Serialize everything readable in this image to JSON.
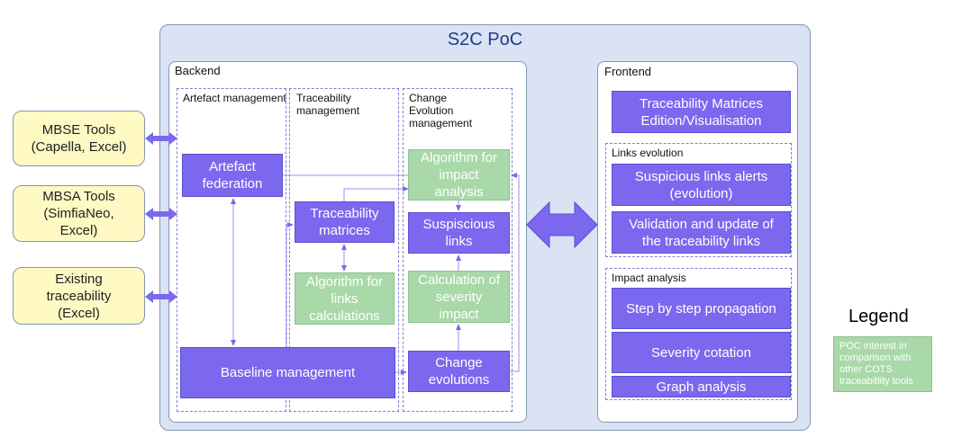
{
  "title": "S2C PoC",
  "tools": [
    {
      "id": "mbse",
      "label": "MBSE Tools\n(Capella, Excel)"
    },
    {
      "id": "mbsa",
      "label": "MBSA Tools\n(SimfiaNeo,\nExcel)"
    },
    {
      "id": "existing",
      "label": "Existing\ntraceability\n(Excel)"
    }
  ],
  "backend": {
    "label": "Backend",
    "artefact_management": {
      "label": "Artefact management",
      "federation": "Artefact\nfederation"
    },
    "traceability_management": {
      "label": "Traceability\nmanagement",
      "matrices": "Traceability\nmatrices",
      "algorithm": "Algorithm for\nlinks\ncalculations"
    },
    "change_evolution": {
      "label": "Change\nEvolution\nmanagement",
      "impact_algo": "Algorithm for\nimpact\nanalysis",
      "suspicious": "Suspiscious\nlinks",
      "severity": "Calculation of\nseverity\nimpact",
      "change_evolutions": "Change\nevolutions"
    },
    "baseline": "Baseline management"
  },
  "frontend": {
    "label": "Frontend",
    "matrices": "Traceability Matrices\nEdition/Visualisation",
    "links_evolution": {
      "label": "Links evolution",
      "alerts": "Suspicious links alerts\n(evolution)",
      "validation": "Validation and update of\nthe traceability links"
    },
    "impact_analysis": {
      "label": "Impact analysis",
      "propagation": "Step by step propagation",
      "cotation": "Severity cotation",
      "graph": "Graph analysis"
    }
  },
  "legend": {
    "title": "Legend",
    "green_label": "POC interest in\ncomparison with\nother COTS\ntraceabitlity tools"
  },
  "colors": {
    "purple": "#7b68ee",
    "green": "#a9d8a9",
    "yellow": "#fff9c4",
    "outer": "#dae3f3"
  }
}
